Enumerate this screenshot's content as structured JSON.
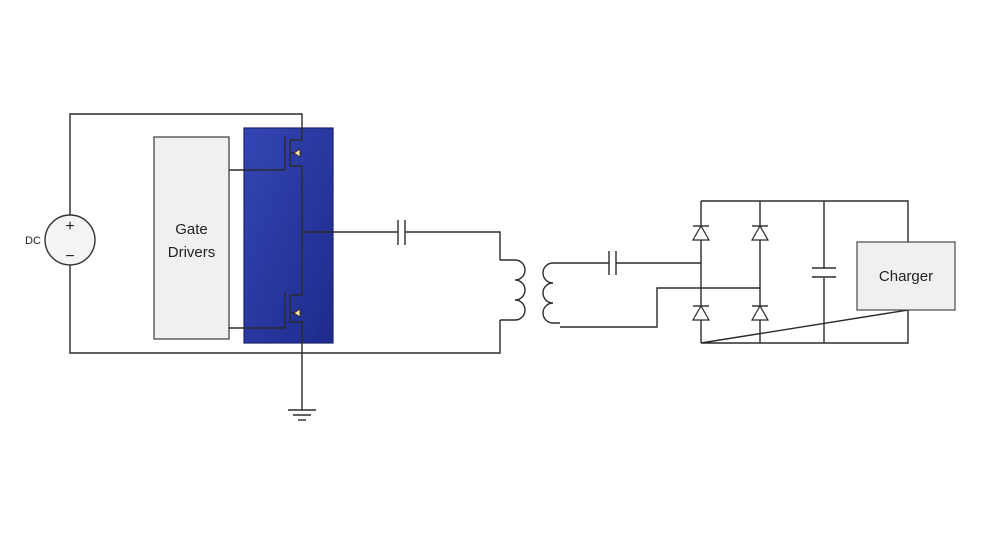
{
  "source": {
    "label": "DC",
    "plus": "+",
    "minus": "−"
  },
  "gate_drivers": {
    "line1": "Gate",
    "line2": "Drivers"
  },
  "charger": {
    "label": "Charger"
  },
  "colors": {
    "mosfet_module_fill": "#2a3aa0",
    "mosfet_module_stroke": "#1a2270",
    "box_fill": "#f0f0f0",
    "wire": "#2b2b2b"
  }
}
